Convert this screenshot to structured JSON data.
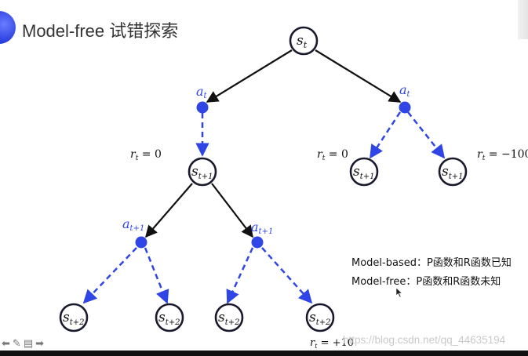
{
  "header": {
    "title": "Model-free 试错探索"
  },
  "nodes": {
    "root": {
      "base": "s",
      "sub": "t"
    },
    "mid_left": {
      "base": "s",
      "sub": "t+1"
    },
    "right_a": {
      "base": "s",
      "sub": "t+1"
    },
    "right_b": {
      "base": "s",
      "sub": "t+1"
    },
    "leaf_1": {
      "base": "s",
      "sub": "t+2"
    },
    "leaf_2": {
      "base": "s",
      "sub": "t+2"
    },
    "leaf_3": {
      "base": "s",
      "sub": "t+2"
    },
    "leaf_4": {
      "base": "s",
      "sub": "t+2"
    }
  },
  "actions": {
    "left": {
      "base": "a",
      "sub": "t"
    },
    "right": {
      "base": "a",
      "sub": "t"
    },
    "sub_left": {
      "base": "a",
      "sub": "t+1"
    },
    "sub_right": {
      "base": "a",
      "sub": "t+1"
    }
  },
  "rewards": {
    "left": {
      "base": "r",
      "sub": "t",
      "rest": " = 0"
    },
    "right_mid": {
      "base": "r",
      "sub": "t",
      "rest": " = 0"
    },
    "right_far": {
      "base": "r",
      "sub": "t",
      "rest": " = −100"
    },
    "bottom": {
      "base": "r",
      "sub": "t",
      "rest": " = +10"
    }
  },
  "legend": {
    "model_based": "Model-based：P函数和R函数已知",
    "model_free": "Model-free：P函数和R函数未知"
  },
  "watermark": "https://blog.csdn.net/qq_44635194",
  "toolbar": {
    "prev_icon": "left-arrow-icon",
    "pen_icon": "pen-icon",
    "menu_icon": "menu-icon",
    "next_icon": "right-arrow-icon"
  },
  "colors": {
    "state_stroke": "#1a1a2e",
    "action_fill": "#2f45e6",
    "solid_edge": "#111111",
    "dashed_edge": "#2f45e6"
  }
}
